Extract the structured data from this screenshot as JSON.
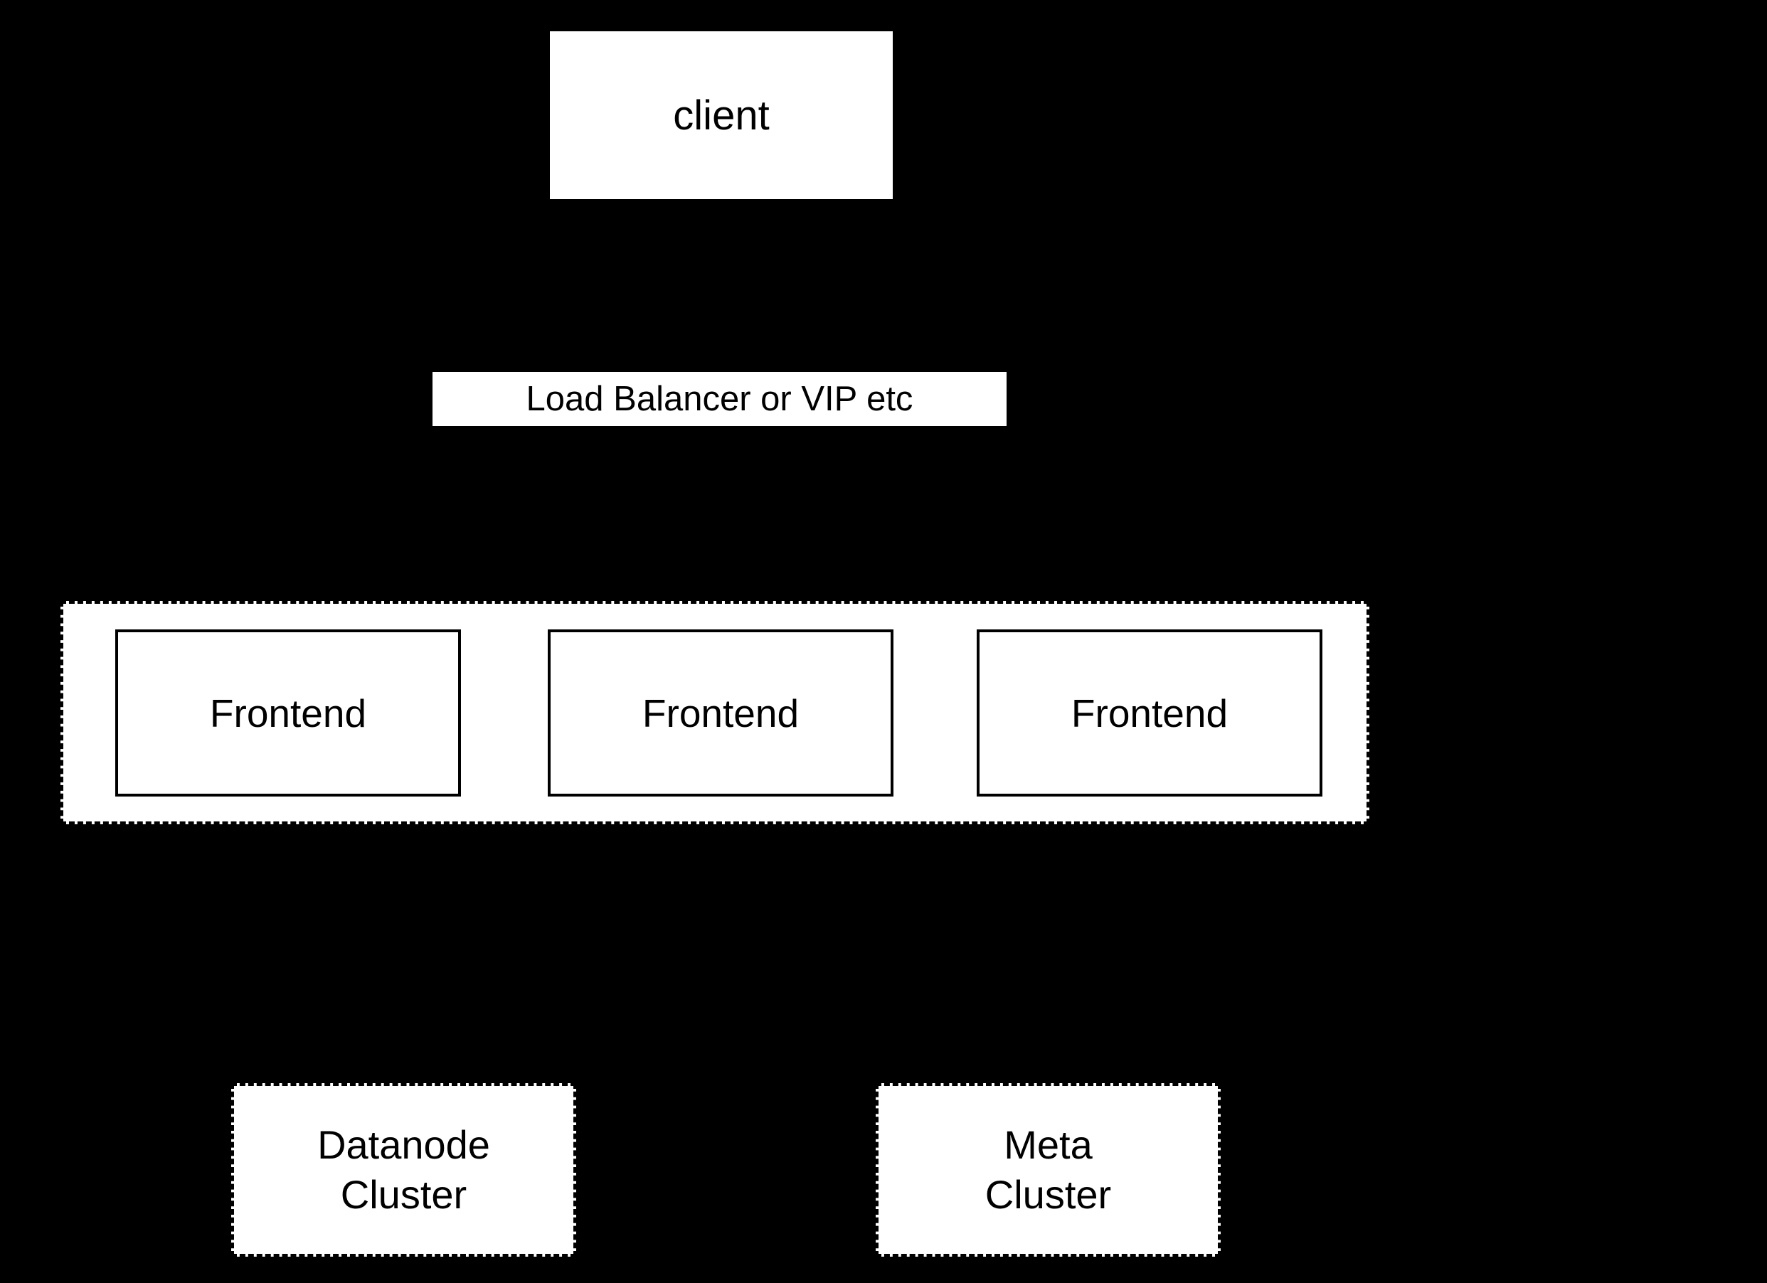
{
  "colors": {
    "background": "#000000",
    "node_fill": "#ffffff",
    "node_text": "#000000",
    "node_border": "#000000"
  },
  "nodes": {
    "client": {
      "label": "client"
    },
    "load_balancer": {
      "label": "Load Balancer or VIP etc"
    },
    "frontends": [
      {
        "label": "Frontend"
      },
      {
        "label": "Frontend"
      },
      {
        "label": "Frontend"
      }
    ],
    "datanode_cluster": {
      "line1": "Datanode",
      "line2": "Cluster"
    },
    "meta_cluster": {
      "line1": "Meta",
      "line2": "Cluster"
    }
  }
}
